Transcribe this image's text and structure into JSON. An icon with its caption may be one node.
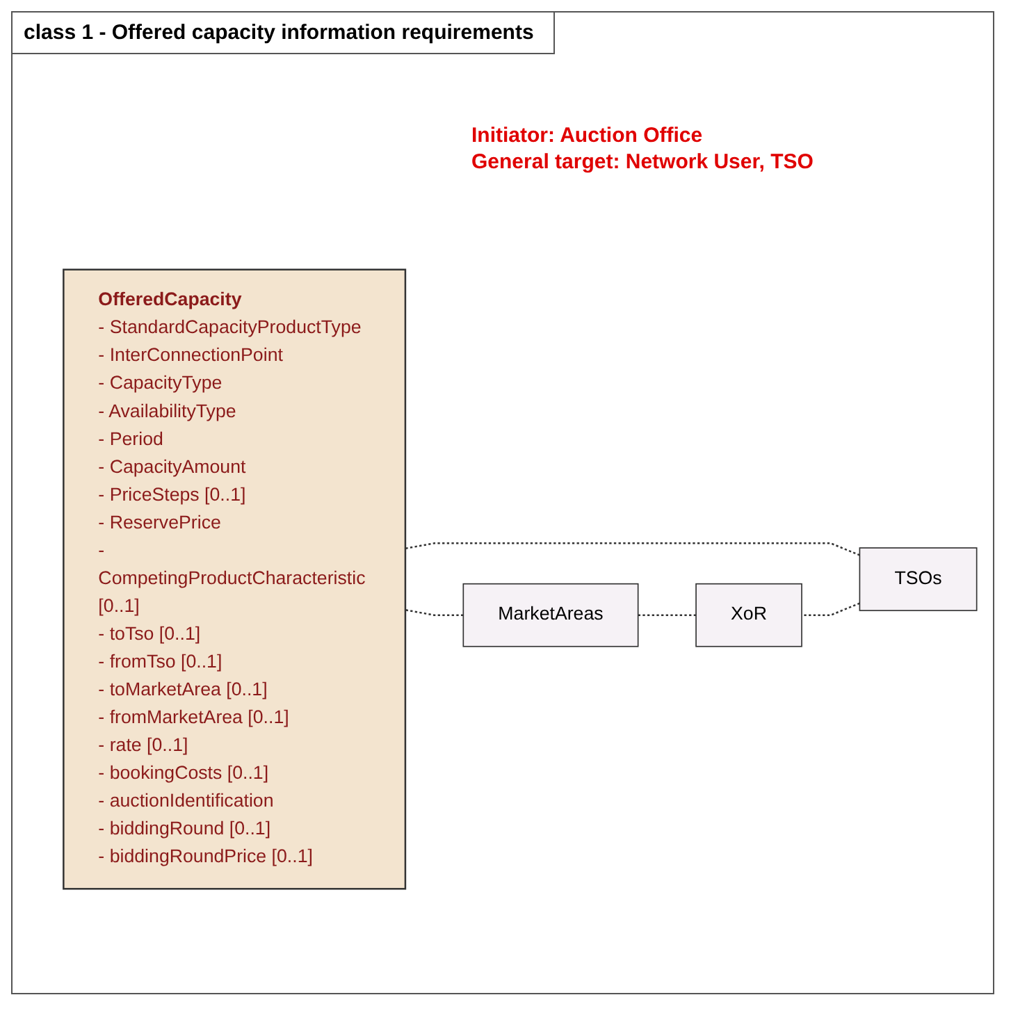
{
  "diagram": {
    "title": "class 1 - Offered capacity information requirements",
    "nodes": [
      {
        "text": [
          "OfferedCapacity",
          "- StandardCapacityProductType",
          "- InterConnectionPoint",
          "- CapacityType",
          "- AvailabilityType",
          "- Period",
          "- CapacityAmount",
          "- PriceSteps [0..1]",
          "- ReservePrice",
          "- CompetingProductCharacteristic [0..1]",
          "- toTso [0..1]",
          "- fromTso [0..1]",
          "- toMarketArea [0..1]",
          "- fromMarketArea [0..1]",
          "- rate [0..1]",
          "- bookingCosts [0..1]",
          "- auctionIdentification",
          "- biddingRound [0..1]",
          "- biddingRoundPrice [0..1]"
        ]
      },
      {
        "text": [
          "TSOs"
        ]
      },
      {
        "text": [
          "XoR"
        ]
      },
      {
        "text": [
          "MarketAreas"
        ]
      }
    ],
    "edges": [
      {
        "from": 1,
        "to": 0,
        "arrow": "none",
        "style": "dashed"
      },
      {
        "from": 1,
        "to": 2,
        "arrow": "none",
        "style": "dashed"
      },
      {
        "from": 2,
        "to": 3,
        "arrow": "none",
        "style": "dashed"
      },
      {
        "from": 3,
        "to": 0,
        "arrow": "none",
        "style": "dashed"
      }
    ],
    "labels": [
      "Initiator: Auction Office",
      "General target: Network User, TSO"
    ]
  }
}
